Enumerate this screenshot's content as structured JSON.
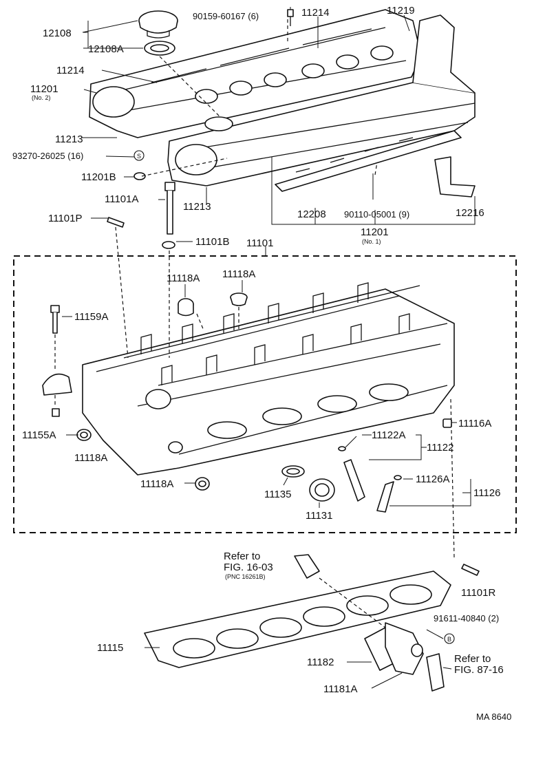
{
  "labels": {
    "l12108": "12108",
    "l12108A": "12108A",
    "l90159": "90159-60167 (6)",
    "l11214a": "11214",
    "l11219": "11219",
    "l11214b": "11214",
    "l11201_2": "11201",
    "l11201_2_sub": "(No. 2)",
    "l11213a": "11213",
    "l93270": "93270-26025 (16)",
    "l11201B": "11201B",
    "l11213b": "11213",
    "l11101A": "11101A",
    "l11101P": "11101P",
    "l12208": "12208",
    "l90110": "90110-05001 (9)",
    "l12216": "12216",
    "l11201_1": "11201",
    "l11201_1_sub": "(No. 1)",
    "l11101B": "11101B",
    "l11101": "11101",
    "l11118A_1": "11118A",
    "l11118A_2": "11118A",
    "l11159A": "11159A",
    "l11155A": "11155A",
    "l11118A_3": "11118A",
    "l11116A": "11116A",
    "l11122A": "11122A",
    "l11122": "11122",
    "l11118A_4": "11118A",
    "l11135": "11135",
    "l11131": "11131",
    "l11126A": "11126A",
    "l11126": "11126",
    "ref1_a": "Refer to",
    "ref1_b": "FIG. 16-03",
    "ref1_c": "(PNC 16261B)",
    "l11101R": "11101R",
    "l91611": "91611-40840 (2)",
    "l11115": "11115",
    "l11182": "11182",
    "l11181A": "11181A",
    "ref2_a": "Refer to",
    "ref2_b": "FIG. 87-16",
    "code": "MA 8640",
    "mark_s": "S",
    "mark_b": "B"
  }
}
